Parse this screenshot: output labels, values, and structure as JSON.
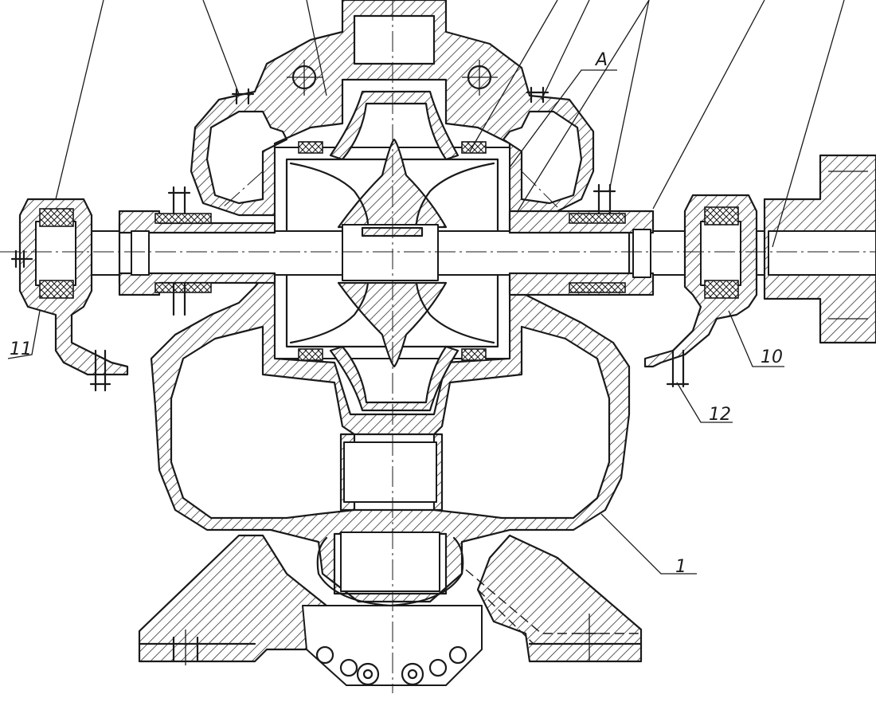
{
  "drawing": {
    "callouts": {
      "item_1": "1",
      "item_10": "10",
      "item_11": "11",
      "item_12": "12",
      "view_a": "A"
    }
  }
}
